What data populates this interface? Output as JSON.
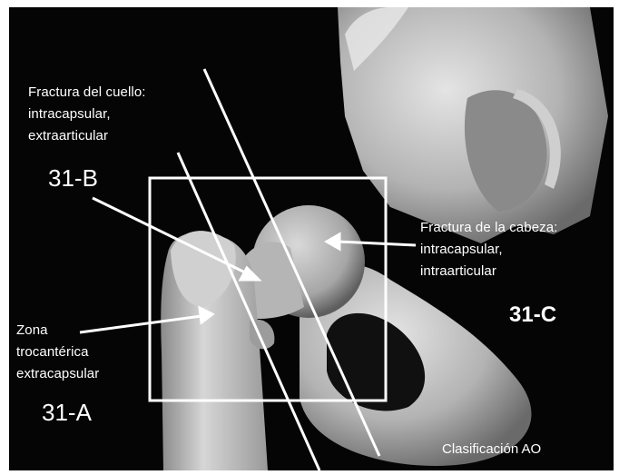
{
  "neck_label": {
    "line1": "Fractura del cuello:",
    "line2": "intracapsular,",
    "line3": "extraarticular",
    "code": "31-B"
  },
  "head_label": {
    "line1": "Fractura de la cabeza:",
    "line2": "intracapsular,",
    "line3": "intraarticular",
    "code": "31-C"
  },
  "trochanter_label": {
    "line1": "Zona",
    "line2": "trocantérica",
    "line3": "extracapsular",
    "code": "31-A"
  },
  "footer": {
    "classification": "Clasificación AO"
  },
  "colors": {
    "background": "#050505",
    "bone": "#bdbdbd",
    "annotation": "#ffffff"
  }
}
